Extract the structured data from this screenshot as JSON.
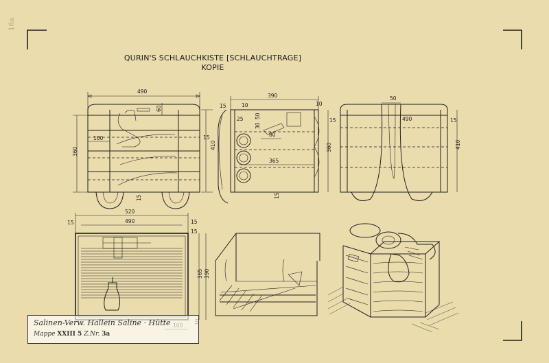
{
  "drawing": {
    "title": "QURIN'S SCHLAUCHKISTE [SCHLAUCHTRAGE]",
    "subtitle": "KOPIE",
    "pencil_mark": "16a"
  },
  "dimensions": {
    "view1": [
      "490",
      "60",
      "100",
      "15",
      "15",
      "410",
      "360"
    ],
    "view2": [
      "390",
      "10",
      "10",
      "15",
      "25",
      "30",
      "50",
      "80",
      "365",
      "360",
      "15"
    ],
    "view3": [
      "50",
      "15",
      "490",
      "15",
      "410"
    ],
    "view4": [
      "520",
      "490",
      "15",
      "15",
      "15",
      "365",
      "390",
      "100",
      "10"
    ]
  },
  "stamp": {
    "line1": "Salinen-Verw. Hallein Saline · Hütte",
    "mappe_label": "Mappe",
    "mappe_value": "XXIII 5",
    "nr_label": "Z.Nr.",
    "nr_value": "3a"
  }
}
